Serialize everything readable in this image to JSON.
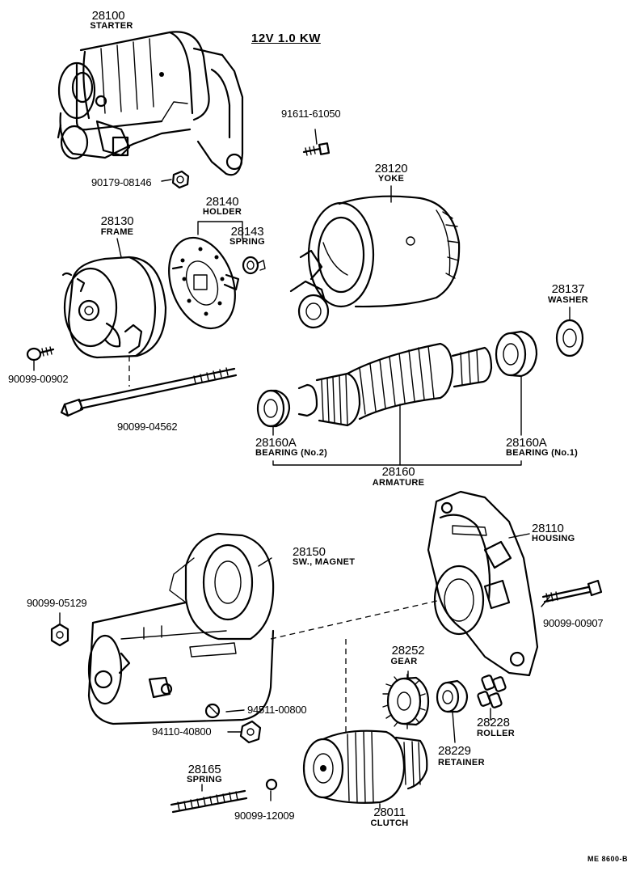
{
  "header": {
    "spec": "12V 1.0 KW"
  },
  "parts": {
    "starter": {
      "number": "28100",
      "name": "STARTER"
    },
    "bolt_91611": {
      "number": "91611-61050"
    },
    "nut_90179": {
      "number": "90179-08146"
    },
    "yoke": {
      "number": "28120",
      "name": "YOKE"
    },
    "holder": {
      "number": "28140",
      "name": "HOLDER"
    },
    "frame": {
      "number": "28130",
      "name": "FRAME"
    },
    "spring_28143": {
      "number": "28143",
      "name": "SPRING"
    },
    "washer": {
      "number": "28137",
      "name": "WASHER"
    },
    "screw_90099_00902": {
      "number": "90099-00902"
    },
    "through_bolt": {
      "number": "90099-04562"
    },
    "bearing_no2": {
      "number": "28160A",
      "name": "BEARING (No.2)"
    },
    "bearing_no1": {
      "number": "28160A",
      "name": "BEARING (No.1)"
    },
    "armature": {
      "number": "28160",
      "name": "ARMATURE"
    },
    "magnet_switch": {
      "number": "28150",
      "name": "SW., MAGNET"
    },
    "housing": {
      "number": "28110",
      "name": "HOUSING"
    },
    "nut_90099_05129": {
      "number": "90099-05129"
    },
    "bolt_90099_00907": {
      "number": "90099-00907"
    },
    "gear": {
      "number": "28252",
      "name": "GEAR"
    },
    "washer_94511": {
      "number": "94511-00800"
    },
    "nut_94110": {
      "number": "94110-40800"
    },
    "roller": {
      "number": "28228",
      "name": "ROLLER"
    },
    "retainer": {
      "number": "28229",
      "name": "RETAINER"
    },
    "spring_28165": {
      "number": "28165",
      "name": "SPRING"
    },
    "ball_90099_12009": {
      "number": "90099-12009"
    },
    "clutch": {
      "number": "28011",
      "name": "CLUTCH"
    }
  },
  "footer": {
    "code": "ME 8600-B"
  }
}
